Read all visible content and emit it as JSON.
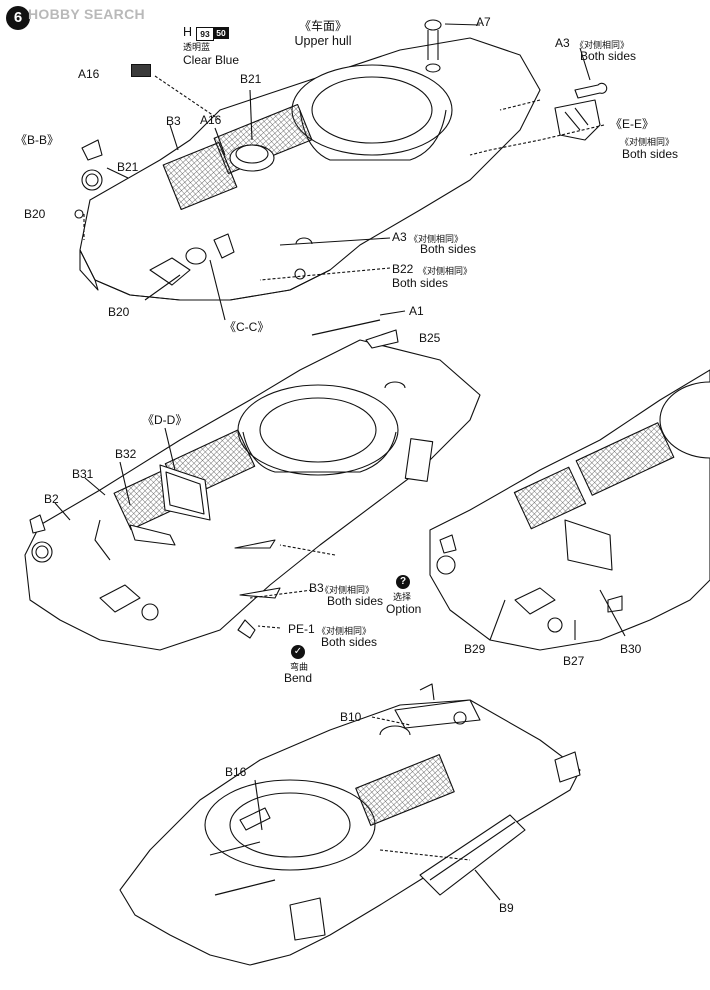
{
  "header": {
    "step_number": "6",
    "watermark": "HOBBY SEARCH"
  },
  "paint": {
    "part": "H",
    "code_a": "93",
    "code_b": "50",
    "name_cn": "透明蓝",
    "name_en": "Clear Blue",
    "swatch_color": "#3a3a3a"
  },
  "upper_hull": {
    "title_cn": "《车面》",
    "title_en": "Upper hull"
  },
  "labels": {
    "A16_paint": "A16",
    "A7": "A7",
    "A3_top": "A3",
    "B21_a": "B21",
    "B3_a": "B3",
    "A16_b": "A16",
    "BB": "《B-B》",
    "B21_b": "B21",
    "EE": "《E-E》",
    "B20_a": "B20",
    "A3_mid": "A3",
    "B22": "B22",
    "B20_b": "B20",
    "CC": "《C-C》",
    "A1": "A1",
    "B25": "B25",
    "DD": "《D-D》",
    "B32": "B32",
    "B31": "B31",
    "B2": "B2",
    "B3_b": "B3",
    "PE1": "PE-1",
    "B29": "B29",
    "B27": "B27",
    "B30": "B30",
    "B10": "B10",
    "B16": "B16",
    "B9": "B9"
  },
  "notes": {
    "both_sides_cn": "《对侧相同》",
    "both_sides_en": "Both sides",
    "option_cn": "选择",
    "option_en": "Option",
    "option_symbol": "?",
    "bend_cn": "弯曲",
    "bend_en": "Bend",
    "bend_symbol": "✓"
  },
  "icons": {
    "step_badge": "step-number-badge",
    "option": "question-mark-icon",
    "bend": "bend-check-icon"
  },
  "colors": {
    "ink": "#111111",
    "hatch": "#555555",
    "watermark": "#b9b9b9"
  }
}
